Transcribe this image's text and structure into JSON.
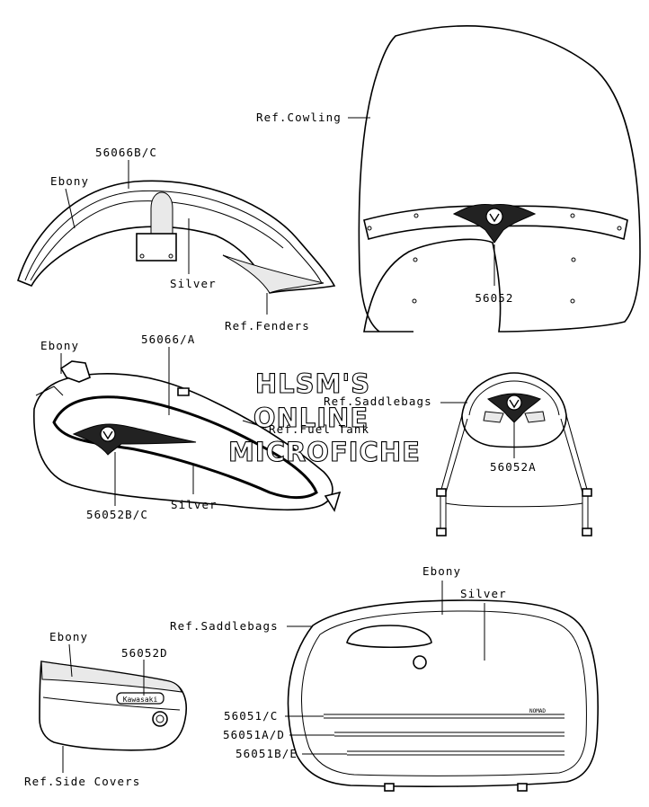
{
  "watermark": {
    "line1": "HLSM'S",
    "line2": "ONLINE",
    "line3": "MICROFICHE"
  },
  "labels": {
    "ref_cowling": "Ref.Cowling",
    "part_56052": "56052",
    "part_56066bc": "56066B/C",
    "fender_ebony": "Ebony",
    "fender_silver": "Silver",
    "ref_fenders": "Ref.Fenders",
    "tank_ebony": "Ebony",
    "part_56066a": "56066/A",
    "ref_fuel_tank": "Ref.Fuel Tank",
    "tank_silver": "Silver",
    "part_56052bc": "56052B/C",
    "ref_saddlebags_top": "Ref.Saddlebags",
    "part_56052a": "56052A",
    "bag_ebony": "Ebony",
    "bag_silver": "Silver",
    "ref_saddlebags_bottom": "Ref.Saddlebags",
    "part_56051c": "56051/C",
    "part_56051ad": "56051A/D",
    "part_56051be": "56051B/E",
    "cover_ebony": "Ebony",
    "part_56052d": "56052D",
    "ref_side_covers": "Ref.Side Covers"
  },
  "emblem_text": {
    "bag_stripe": "NOMAD",
    "cover_badge": "Kawasaki"
  }
}
